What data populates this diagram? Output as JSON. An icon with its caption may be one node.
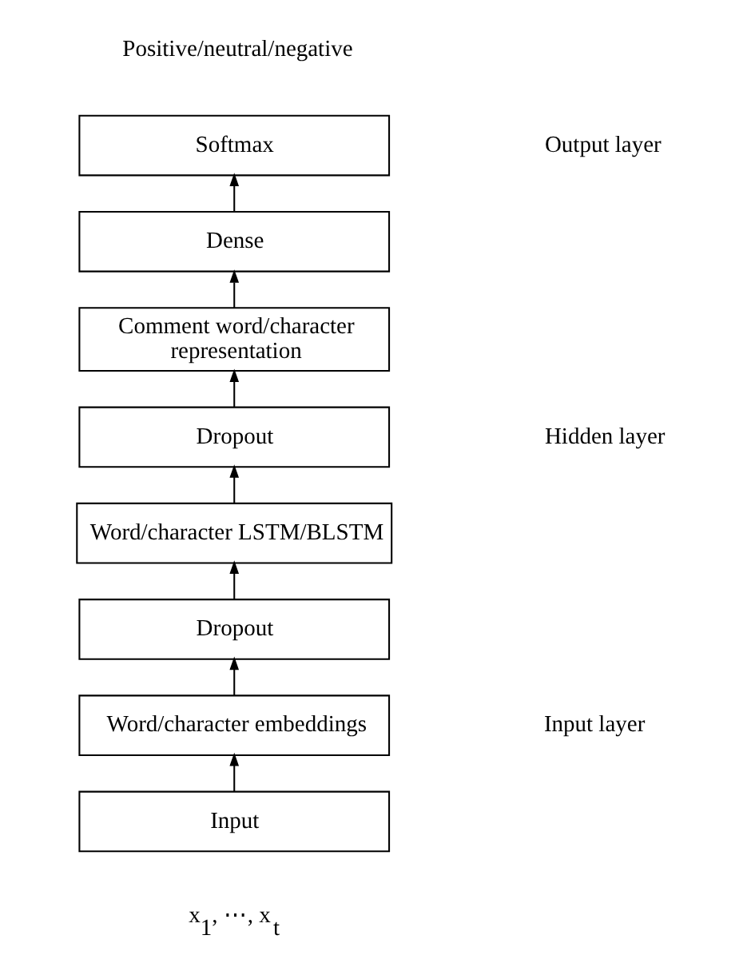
{
  "diagram": {
    "nodes": [
      {
        "text": [
          "Softmax"
        ]
      },
      {
        "text": [
          "Dense"
        ]
      },
      {
        "text": [
          "Comment word/character representation"
        ]
      },
      {
        "text": [
          "Dropout"
        ]
      },
      {
        "text": [
          "Word/character LSTM/BLSTM"
        ]
      },
      {
        "text": [
          "Dropout"
        ]
      },
      {
        "text": [
          "Word/character embeddings"
        ]
      },
      {
        "text": [
          "Input"
        ]
      }
    ],
    "edges": [
      {
        "from": 7,
        "to": 6,
        "arrow": "to"
      },
      {
        "from": 6,
        "to": 5,
        "arrow": "to"
      },
      {
        "from": 5,
        "to": 4,
        "arrow": "to"
      },
      {
        "from": 4,
        "to": 3,
        "arrow": "to"
      },
      {
        "from": 3,
        "to": 2,
        "arrow": "to"
      },
      {
        "from": 2,
        "to": 1,
        "arrow": "to"
      },
      {
        "from": 1,
        "to": 0,
        "arrow": "to"
      }
    ],
    "labels": [
      "Positive/neutral/negative",
      "Output layer",
      "Hidden layer",
      "Input layer",
      "x$_{1}$, ⋯, x$_{t}$"
    ]
  }
}
